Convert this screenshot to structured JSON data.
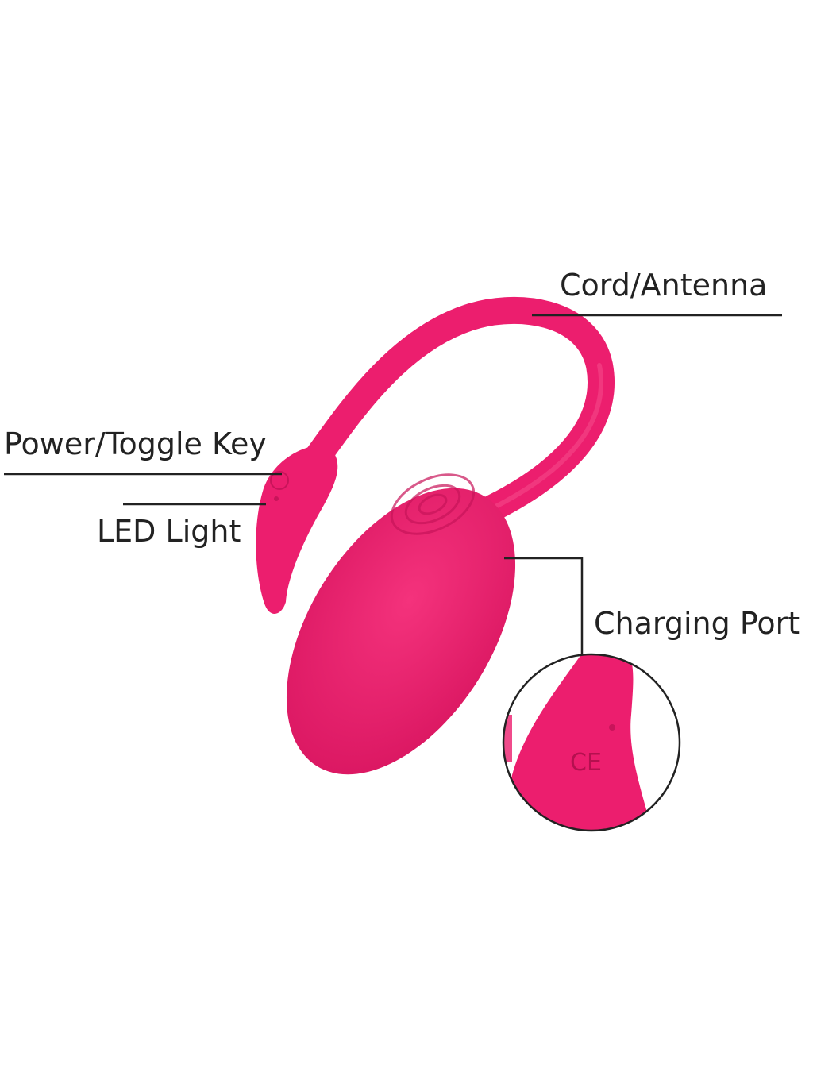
{
  "colors": {
    "product": "#ec1e6e",
    "product_shade": "#c8145a",
    "leader_line": "#222222"
  },
  "labels": {
    "cord": "Cord/Antenna",
    "power": "Power/Toggle Key",
    "led": "LED Light",
    "charging": "Charging Port"
  },
  "inset": {
    "mark": "CE"
  }
}
